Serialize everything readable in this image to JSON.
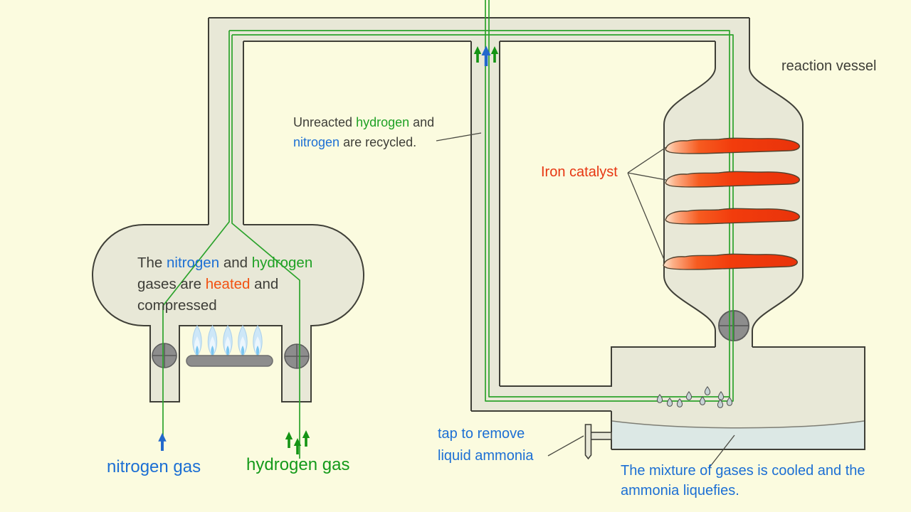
{
  "title": "Haber process diagram",
  "palette": {
    "background": "#fbfbdf",
    "apparatus_fill": "#e8e8d7",
    "outline": "#3f3f37",
    "gas_line_green": "#2ca32c",
    "nitrogen_blue": "#1c6fd4",
    "hydrogen_green": "#149a1a",
    "heated_red": "#f25112",
    "catalyst_red": "#e73612",
    "catalyst_fill": "#f03c10",
    "liquid_fill": "#dce8e5",
    "flame_blue": "#cde7f8",
    "metal_gray": "#8d8d8d"
  },
  "labels": {
    "reaction_vessel": "reaction vessel",
    "iron_catalyst": "Iron catalyst",
    "recycled": {
      "l1": [
        {
          "t": "Unreacted "
        },
        {
          "t": "hydrogen"
        },
        {
          "t": " and"
        }
      ],
      "l2": [
        {
          "t": "nitrogen"
        },
        {
          "t": " are recycled."
        }
      ]
    },
    "heater": {
      "l1": [
        {
          "t": "The "
        },
        {
          "t": "nitrogen"
        },
        {
          "t": " and "
        },
        {
          "t": "hydrogen"
        }
      ],
      "l2": [
        {
          "t": "gases are "
        },
        {
          "t": "heated"
        },
        {
          "t": " and"
        }
      ],
      "l3": [
        {
          "t": "compressed"
        }
      ]
    },
    "nitrogen_gas": "nitrogen gas",
    "hydrogen_gas": "hydrogen gas",
    "tap": {
      "l1": "tap to remove",
      "l2": "liquid ammonia"
    },
    "cooled": {
      "l1": "The mixture of gases is cooled and the",
      "l2": "ammonia liquefies."
    }
  },
  "figures": {
    "catalyst_bed_count": 4,
    "flame_count": 5,
    "droplet_count": 9,
    "valve_count": 3,
    "recycle_arrows": [
      "green-up",
      "blue-up",
      "green-up"
    ],
    "hydrogen_inlet_arrows": [
      "green-up",
      "green-up",
      "green-up"
    ],
    "nitrogen_inlet_arrows": [
      "blue-up"
    ]
  }
}
